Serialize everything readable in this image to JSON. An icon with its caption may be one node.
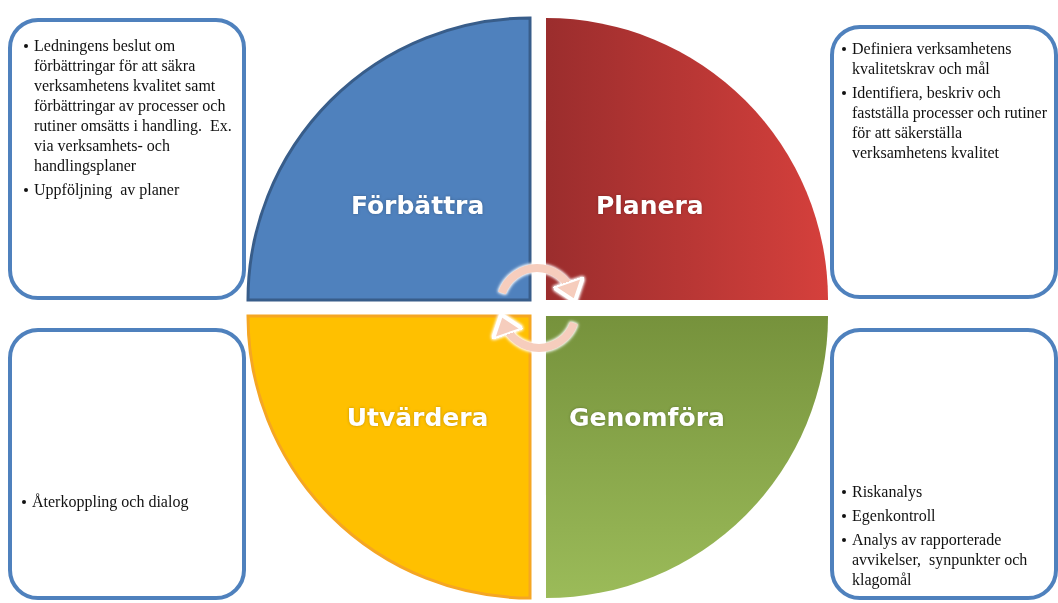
{
  "diagram": {
    "nodes": [
      {
        "text": [
          "Ledningens beslut om förbättringar för att säkra verksamhetens kvalitet samt förbättringar av processer och rutiner omsätts i handling.  Ex. via verksamhets- och handlingsplaner",
          "Uppföljning  av planer"
        ]
      },
      {
        "text": [
          "Förbättra"
        ]
      },
      {
        "text": [
          "Planera"
        ]
      },
      {
        "text": [
          "Definiera verksamhetens kvalitetskrav och mål",
          "Identifiera, beskriv och fastställa processer och rutiner för att säkerställa verksamhetens kvalitet"
        ]
      },
      {
        "text": [
          "Återkoppling och dialog"
        ]
      },
      {
        "text": [
          "Utvärdera"
        ]
      },
      {
        "text": [
          "Genomföra"
        ]
      },
      {
        "text": [
          "Riskanalys",
          "Egenkontroll",
          "Analys av rapporterade avvikelser,  synpunkter och klagomål"
        ]
      }
    ],
    "edges": [
      {
        "from": 1,
        "to": 2,
        "arrow": "to"
      },
      {
        "from": 6,
        "to": 5,
        "arrow": "to"
      }
    ]
  }
}
